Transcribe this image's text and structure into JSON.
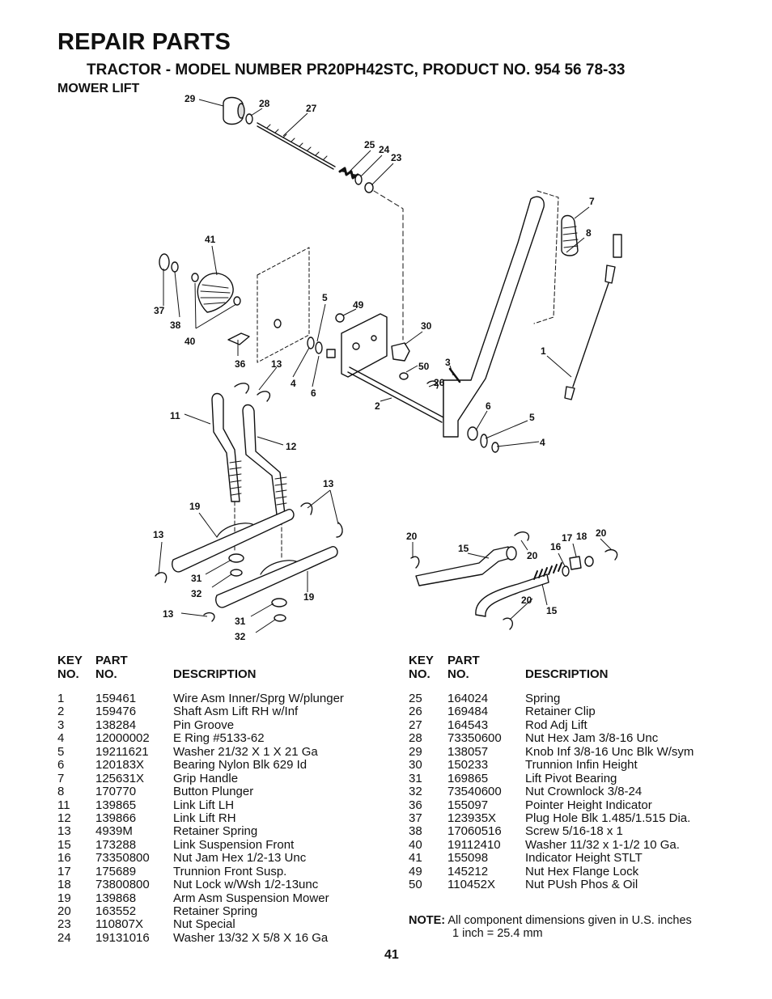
{
  "header": {
    "title": "REPAIR PARTS",
    "subtitle": "TRACTOR - MODEL NUMBER PR20PH42STC, PRODUCT NO. 954 56 78-33",
    "section": "MOWER LIFT"
  },
  "diagram": {
    "callouts": [
      "29",
      "28",
      "27",
      "25",
      "24",
      "23",
      "7",
      "8",
      "41",
      "37",
      "38",
      "40",
      "5",
      "49",
      "30",
      "1",
      "36",
      "13",
      "4",
      "6",
      "3",
      "50",
      "26",
      "11",
      "2",
      "6",
      "5",
      "4",
      "12",
      "13",
      "19",
      "13",
      "20",
      "15",
      "17",
      "18",
      "20",
      "16",
      "20",
      "31",
      "32",
      "19",
      "20",
      "15",
      "13",
      "31",
      "32"
    ]
  },
  "table_headers": {
    "key_top": "KEY",
    "key_bottom": "NO.",
    "part_top": "PART",
    "part_bottom": "NO.",
    "description": "DESCRIPTION"
  },
  "parts_left": [
    {
      "key": "1",
      "part": "159461",
      "desc": "Wire Asm Inner/Sprg W/plunger"
    },
    {
      "key": "2",
      "part": "159476",
      "desc": "Shaft Asm Lift RH w/Inf"
    },
    {
      "key": "3",
      "part": "138284",
      "desc": "Pin Groove"
    },
    {
      "key": "4",
      "part": "12000002",
      "desc": "E Ring #5133-62"
    },
    {
      "key": "5",
      "part": "19211621",
      "desc": "Washer 21/32 X 1 X 21 Ga"
    },
    {
      "key": "6",
      "part": "120183X",
      "desc": "Bearing Nylon Blk 629 Id"
    },
    {
      "key": "7",
      "part": "125631X",
      "desc": "Grip Handle"
    },
    {
      "key": "8",
      "part": "170770",
      "desc": "Button Plunger"
    },
    {
      "key": "11",
      "part": "139865",
      "desc": "Link Lift LH"
    },
    {
      "key": "12",
      "part": "139866",
      "desc": "Link Lift RH"
    },
    {
      "key": "13",
      "part": "4939M",
      "desc": "Retainer Spring"
    },
    {
      "key": "15",
      "part": "173288",
      "desc": "Link Suspension Front"
    },
    {
      "key": "16",
      "part": "73350800",
      "desc": "Nut Jam Hex 1/2-13 Unc"
    },
    {
      "key": "17",
      "part": "175689",
      "desc": "Trunnion Front Susp."
    },
    {
      "key": "18",
      "part": "73800800",
      "desc": "Nut Lock w/Wsh 1/2-13unc"
    },
    {
      "key": "19",
      "part": "139868",
      "desc": "Arm Asm Suspension Mower"
    },
    {
      "key": "20",
      "part": "163552",
      "desc": "Retainer Spring"
    },
    {
      "key": "23",
      "part": "110807X",
      "desc": "Nut Special"
    },
    {
      "key": "24",
      "part": "19131016",
      "desc": "Washer 13/32 X 5/8 X 16 Ga"
    }
  ],
  "parts_right": [
    {
      "key": "25",
      "part": "164024",
      "desc": "Spring"
    },
    {
      "key": "26",
      "part": "169484",
      "desc": "Retainer Clip"
    },
    {
      "key": "27",
      "part": "164543",
      "desc": "Rod Adj Lift"
    },
    {
      "key": "28",
      "part": "73350600",
      "desc": "Nut Hex Jam 3/8-16 Unc"
    },
    {
      "key": "29",
      "part": "138057",
      "desc": "Knob Inf 3/8-16 Unc Blk W/sym"
    },
    {
      "key": "30",
      "part": "150233",
      "desc": "Trunnion Infin Height"
    },
    {
      "key": "31",
      "part": "169865",
      "desc": "Lift Pivot Bearing"
    },
    {
      "key": "32",
      "part": "73540600",
      "desc": "Nut Crownlock 3/8-24"
    },
    {
      "key": "36",
      "part": "155097",
      "desc": "Pointer Height Indicator"
    },
    {
      "key": "37",
      "part": "123935X",
      "desc": "Plug Hole Blk 1.485/1.515 Dia."
    },
    {
      "key": "38",
      "part": "17060516",
      "desc": "Screw 5/16-18 x 1"
    },
    {
      "key": "40",
      "part": "19112410",
      "desc": "Washer 11/32 x 1-1/2 10 Ga."
    },
    {
      "key": "41",
      "part": "155098",
      "desc": "Indicator Height STLT"
    },
    {
      "key": "49",
      "part": "145212",
      "desc": "Nut Hex Flange Lock"
    },
    {
      "key": "50",
      "part": "110452X",
      "desc": "Nut PUsh Phos & Oil"
    }
  ],
  "note": {
    "label": "NOTE:",
    "line1": "All component dimensions given in U.S. inches",
    "line2": "1 inch = 25.4 mm"
  },
  "page_number": "41"
}
